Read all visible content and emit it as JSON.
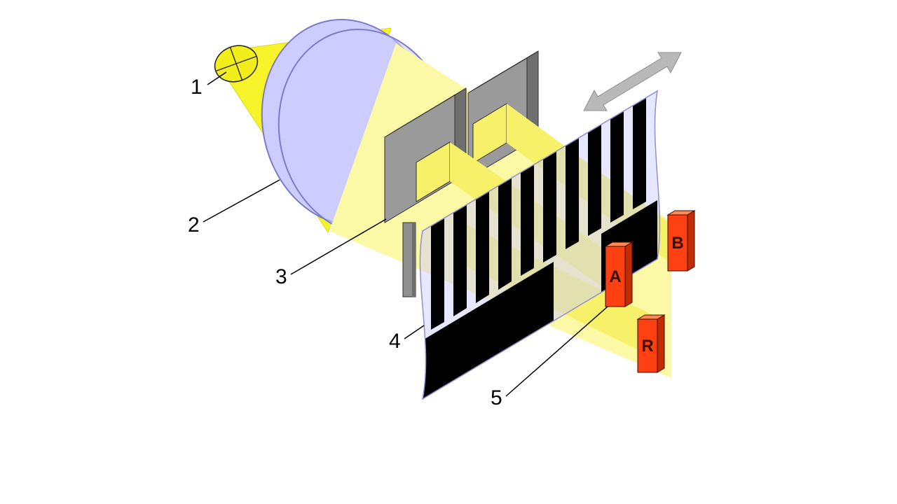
{
  "callouts": {
    "c1": "1",
    "c2": "2",
    "c3": "3",
    "c4": "4",
    "c5": "5"
  },
  "detectors": {
    "a": "A",
    "b": "B",
    "r": "R"
  },
  "colors": {
    "background": "#ffffff",
    "cone": "#f6f32a",
    "lamp": "#f2ee1c",
    "beam": "#fbf8a6",
    "beam_bright": "#f7f169",
    "lens": "#ccccff",
    "film": "#ccccff",
    "stripe": "#000000",
    "mask": "#9a9a9a",
    "mask_top": "#c6c6c6",
    "mask_side": "#6f6f6f",
    "detector_front": "#ff4013",
    "detector_top": "#ff8a55",
    "detector_side": "#c22c00",
    "arrow": "#b9b9b9",
    "label": "#000000"
  }
}
